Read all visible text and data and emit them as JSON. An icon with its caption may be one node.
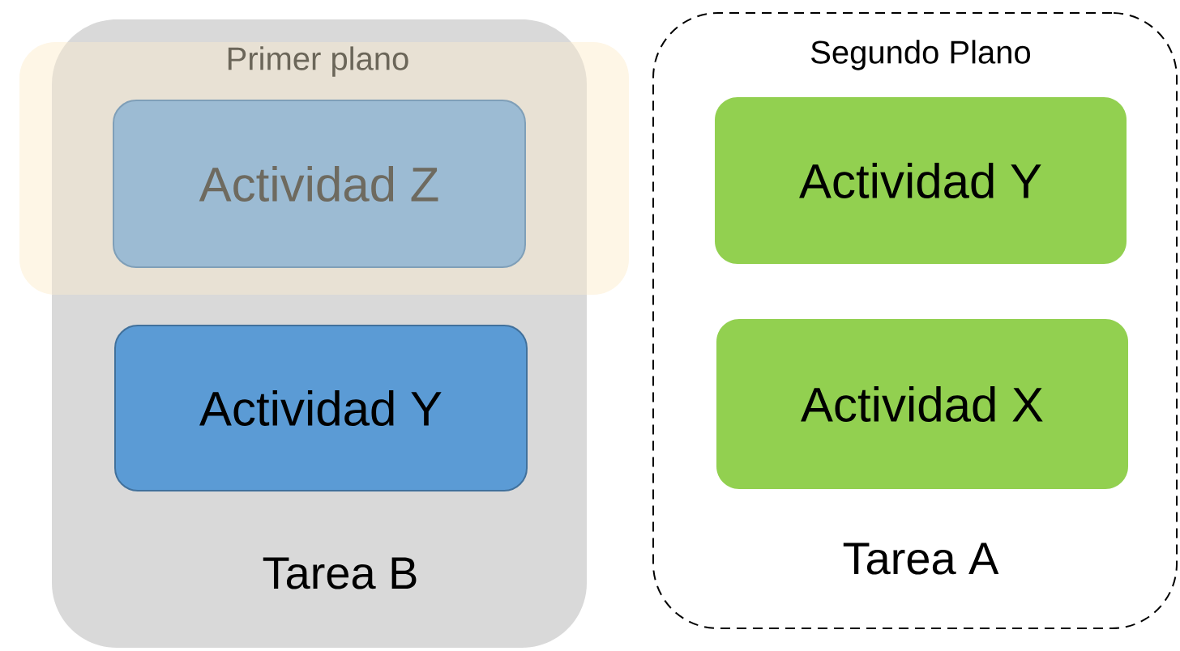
{
  "diagram": {
    "nodes": [
      {
        "text": [
          "Tarea B"
        ]
      },
      {
        "text": [
          "Primer plano"
        ]
      },
      {
        "text": [
          "Actividad Z"
        ],
        "in": 1
      },
      {
        "text": [
          "Actividad Y"
        ],
        "in": 0
      },
      {
        "text": [
          "Segundo Plano",
          "Tarea A"
        ]
      },
      {
        "text": [
          "Actividad Y"
        ],
        "in": 4
      },
      {
        "text": [
          "Actividad X"
        ],
        "in": 4
      }
    ]
  }
}
